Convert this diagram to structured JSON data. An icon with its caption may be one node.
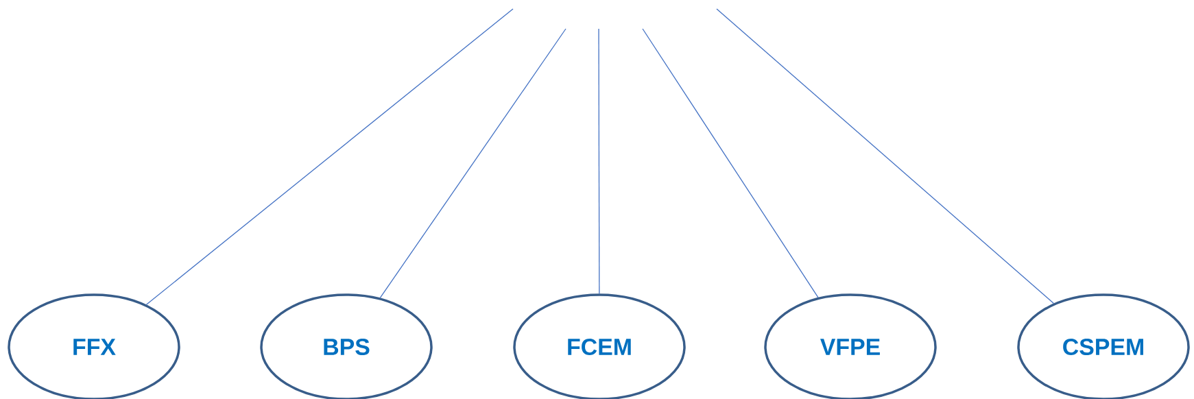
{
  "diagram": {
    "nodes": [
      {
        "text": [
          "FFX"
        ]
      },
      {
        "text": [
          "BPS"
        ]
      },
      {
        "text": [
          "FCEM"
        ]
      },
      {
        "text": [
          "VFPE"
        ]
      },
      {
        "text": [
          "CSPEM"
        ]
      }
    ],
    "edges": [
      {
        "from": null,
        "to": 0,
        "arrow": "none"
      },
      {
        "from": null,
        "to": 1,
        "arrow": "none"
      },
      {
        "from": null,
        "to": 2,
        "arrow": "none"
      },
      {
        "from": null,
        "to": 3,
        "arrow": "none"
      },
      {
        "from": null,
        "to": 4,
        "arrow": "none"
      }
    ]
  }
}
